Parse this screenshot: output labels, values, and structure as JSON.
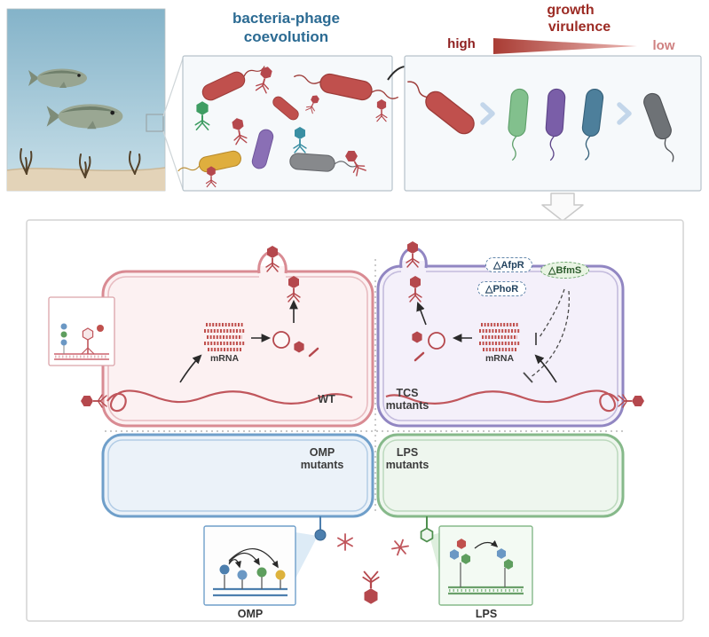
{
  "header": {
    "coevolution_title": "bacteria-phage coevolution",
    "growth_label": "growth",
    "virulence_label": "virulence",
    "high_label": "high",
    "low_label": "low"
  },
  "main": {
    "wt_label": "WT",
    "tcs_label": "TCS mutants",
    "omp_label": "OMP mutants",
    "lps_label": "LPS mutants",
    "afpr_tag": "△AfpR",
    "phor_tag": "△PhoR",
    "bfms_tag": "△BfmS",
    "mrna_wt_label": "mRNA",
    "mrna_tcs_label": "mRNA",
    "omp_inset_label": "OMP",
    "lps_inset_label": "LPS"
  },
  "colors": {
    "title_blue": "#2c6b93",
    "virulence_dark_red": "#9c2b24",
    "high_red": "#8e1f1f",
    "low_red": "#cf8181",
    "phage_red": "#b5484d",
    "wt_membrane": "#d98b93",
    "tcs_membrane": "#9186c2",
    "omp_membrane": "#6f9fca",
    "lps_membrane": "#86b98a"
  }
}
